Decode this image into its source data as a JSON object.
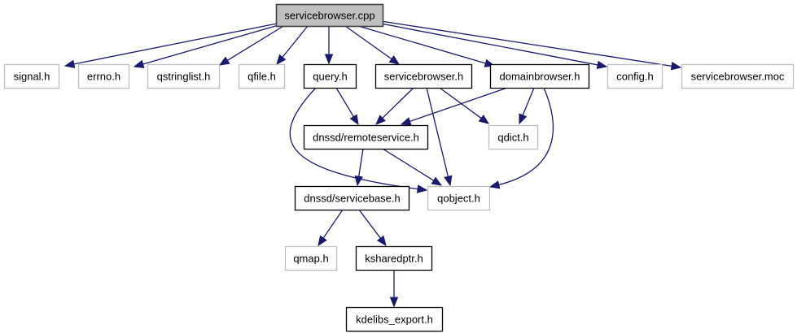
{
  "diagram": {
    "type": "include-dependency-graph",
    "root": "servicebrowser.cpp",
    "colors": {
      "edge": "#191970",
      "root_fill": "#bfbfbf",
      "root_border": "#404040",
      "documented_border": "#000000",
      "undocumented_border": "#bfbfbf"
    },
    "nodes": [
      {
        "id": "servicebrowser_cpp",
        "label": "servicebrowser.cpp",
        "kind": "root"
      },
      {
        "id": "signal_h",
        "label": "signal.h",
        "kind": "external"
      },
      {
        "id": "errno_h",
        "label": "errno.h",
        "kind": "external"
      },
      {
        "id": "qstringlist_h",
        "label": "qstringlist.h",
        "kind": "external"
      },
      {
        "id": "qfile_h",
        "label": "qfile.h",
        "kind": "external"
      },
      {
        "id": "query_h",
        "label": "query.h",
        "kind": "documented"
      },
      {
        "id": "servicebrowser_h",
        "label": "servicebrowser.h",
        "kind": "documented"
      },
      {
        "id": "domainbrowser_h",
        "label": "domainbrowser.h",
        "kind": "documented"
      },
      {
        "id": "config_h",
        "label": "config.h",
        "kind": "external"
      },
      {
        "id": "servicebrowser_moc",
        "label": "servicebrowser.moc",
        "kind": "external"
      },
      {
        "id": "remoteservice_h",
        "label": "dnssd/remoteservice.h",
        "kind": "documented"
      },
      {
        "id": "qdict_h",
        "label": "qdict.h",
        "kind": "external"
      },
      {
        "id": "servicebase_h",
        "label": "dnssd/servicebase.h",
        "kind": "documented"
      },
      {
        "id": "qobject_h",
        "label": "qobject.h",
        "kind": "external"
      },
      {
        "id": "qmap_h",
        "label": "qmap.h",
        "kind": "external"
      },
      {
        "id": "ksharedptr_h",
        "label": "ksharedptr.h",
        "kind": "documented"
      },
      {
        "id": "kdelibs_export_h",
        "label": "kdelibs_export.h",
        "kind": "documented"
      }
    ],
    "edges": [
      {
        "from": "servicebrowser_cpp",
        "to": "signal_h"
      },
      {
        "from": "servicebrowser_cpp",
        "to": "errno_h"
      },
      {
        "from": "servicebrowser_cpp",
        "to": "qstringlist_h"
      },
      {
        "from": "servicebrowser_cpp",
        "to": "qfile_h"
      },
      {
        "from": "servicebrowser_cpp",
        "to": "query_h"
      },
      {
        "from": "servicebrowser_cpp",
        "to": "servicebrowser_h"
      },
      {
        "from": "servicebrowser_cpp",
        "to": "domainbrowser_h"
      },
      {
        "from": "servicebrowser_cpp",
        "to": "config_h"
      },
      {
        "from": "servicebrowser_cpp",
        "to": "servicebrowser_moc"
      },
      {
        "from": "query_h",
        "to": "remoteservice_h"
      },
      {
        "from": "query_h",
        "to": "qobject_h"
      },
      {
        "from": "servicebrowser_h",
        "to": "remoteservice_h"
      },
      {
        "from": "servicebrowser_h",
        "to": "qobject_h"
      },
      {
        "from": "servicebrowser_h",
        "to": "qdict_h"
      },
      {
        "from": "domainbrowser_h",
        "to": "remoteservice_h"
      },
      {
        "from": "domainbrowser_h",
        "to": "qdict_h"
      },
      {
        "from": "domainbrowser_h",
        "to": "qobject_h"
      },
      {
        "from": "remoteservice_h",
        "to": "servicebase_h"
      },
      {
        "from": "remoteservice_h",
        "to": "qobject_h"
      },
      {
        "from": "servicebase_h",
        "to": "qmap_h"
      },
      {
        "from": "servicebase_h",
        "to": "ksharedptr_h"
      },
      {
        "from": "ksharedptr_h",
        "to": "kdelibs_export_h"
      }
    ]
  }
}
